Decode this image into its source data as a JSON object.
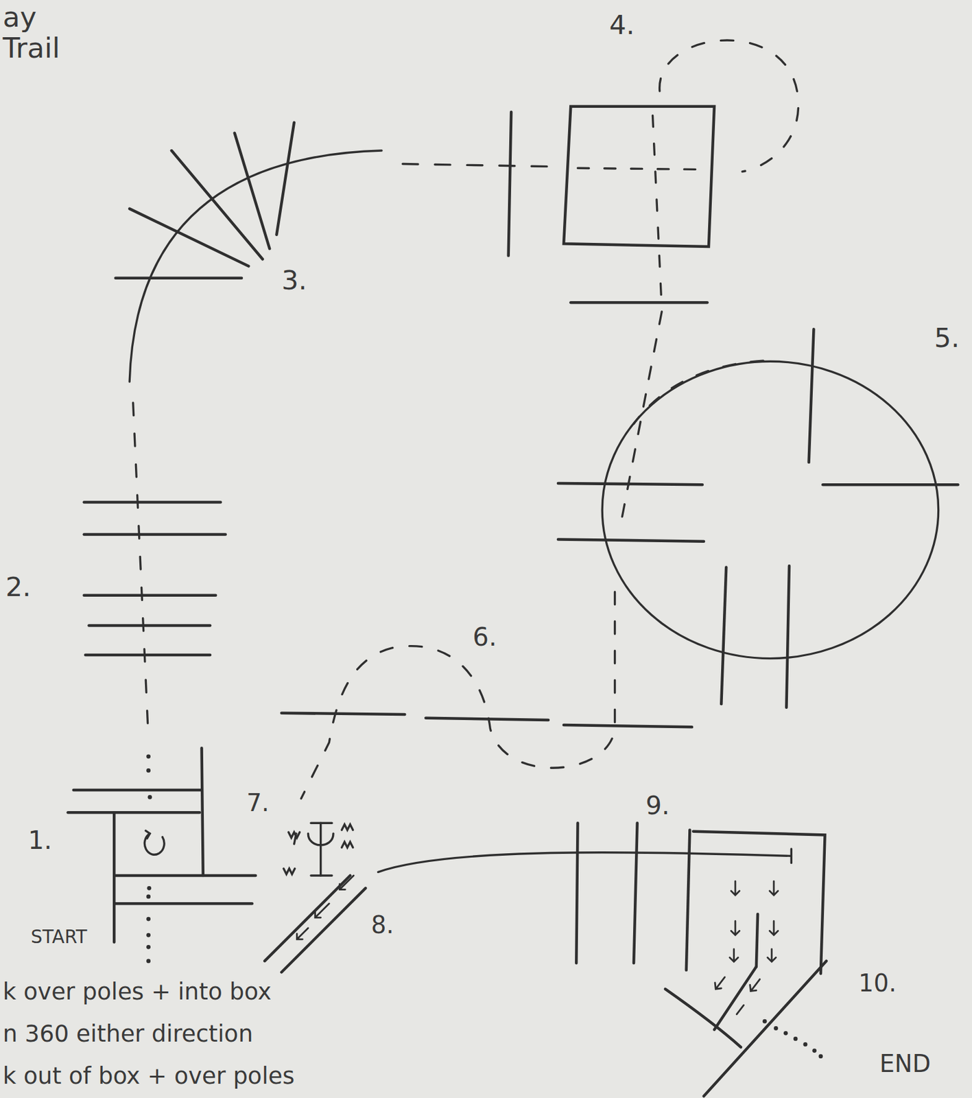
{
  "diagram": {
    "title": "ay Trail",
    "labels": [
      "1.",
      "2.",
      "3.",
      "4.",
      "5.",
      "6.",
      "7.",
      "8.",
      "9.",
      "10.",
      "START",
      "END",
      "k over poles + into box",
      "n 360 either direction",
      "k out of box + over poles"
    ]
  }
}
